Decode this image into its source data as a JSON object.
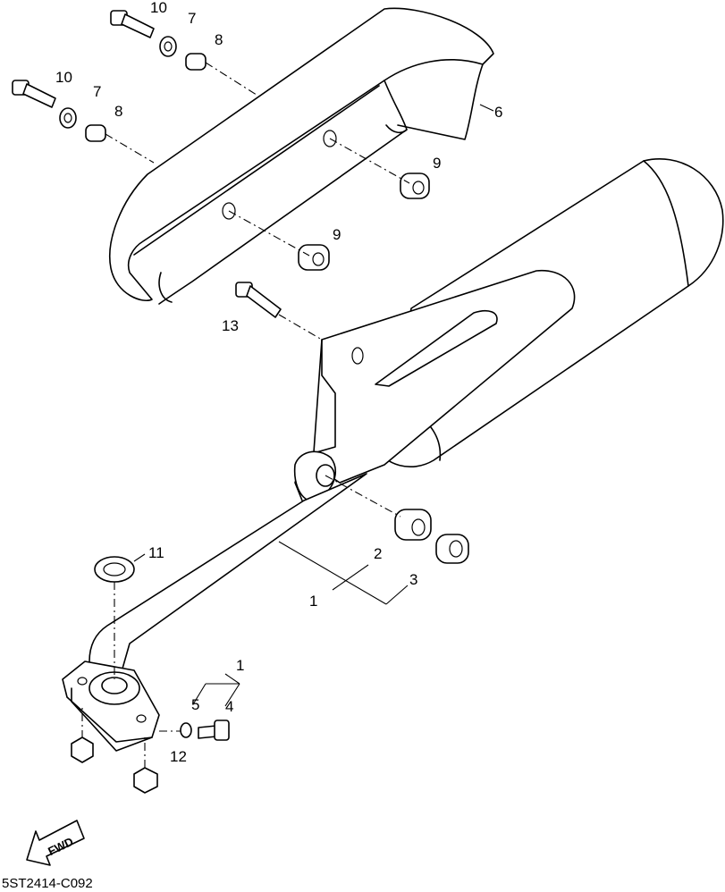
{
  "diagram": {
    "callouts": {
      "c10a": "10",
      "c7a": "7",
      "c8a": "8",
      "c10b": "10",
      "c7b": "7",
      "c8b": "8",
      "c6": "6",
      "c9a": "9",
      "c9b": "9",
      "c13": "13",
      "c11": "11",
      "c2": "2",
      "c3": "3",
      "c1a": "1",
      "c1b": "1",
      "c5": "5",
      "c4": "4",
      "c12": "12"
    },
    "fwd_label": "FWD",
    "drawing_code": "5ST2414-C092"
  }
}
